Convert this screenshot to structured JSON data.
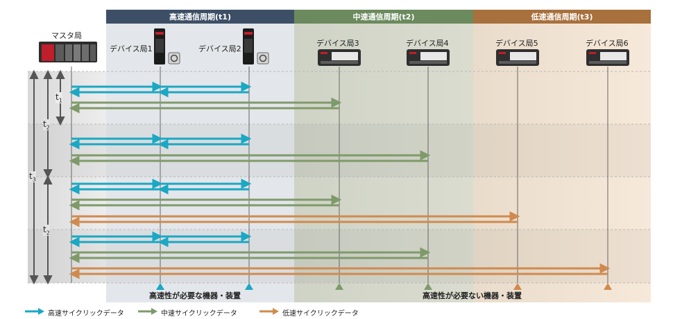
{
  "header": {
    "bands": [
      {
        "label": "高速通信周期(t1)",
        "color": "#3d4f66"
      },
      {
        "label": "中速通信周期(t2)",
        "color": "#6b8a5e"
      },
      {
        "label": "低速通信周期(t3)",
        "color": "#a8703d"
      }
    ]
  },
  "stations": {
    "master": "マスタ局",
    "devices": [
      "デバイス局1",
      "デバイス局2",
      "デバイス局3",
      "デバイス局4",
      "デバイス局5",
      "デバイス局6"
    ]
  },
  "time_labels": {
    "t1": "t",
    "t1_sub": "1",
    "t2_first": "t",
    "t2_first_sub": "2",
    "t3": "t",
    "t3_sub": "3",
    "t2_second": "t",
    "t2_second_sub": "2"
  },
  "bottom": {
    "high_speed_note": "高速性が必要な機器・装置",
    "low_speed_note": "高速性が必要ない機器・装置"
  },
  "legend": [
    {
      "label": "高速サイクリックデータ",
      "color": "#1aa8c4"
    },
    {
      "label": "中速サイクリックデータ",
      "color": "#7f9a6a"
    },
    {
      "label": "低速サイクリックデータ",
      "color": "#d08a4e"
    }
  ],
  "colors": {
    "high": "#1aa8c4",
    "mid": "#7f9a6a",
    "low": "#d08a4e"
  }
}
